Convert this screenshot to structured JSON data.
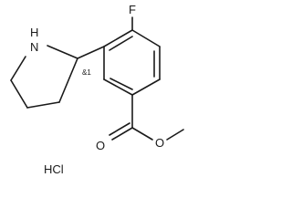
{
  "molecule": {
    "labels": {
      "fluorine": "F",
      "amine": "H",
      "amine_n": "N",
      "carbonyl_o": "O",
      "ester_o": "O",
      "stereo": "&1",
      "salt": "HCl"
    }
  }
}
